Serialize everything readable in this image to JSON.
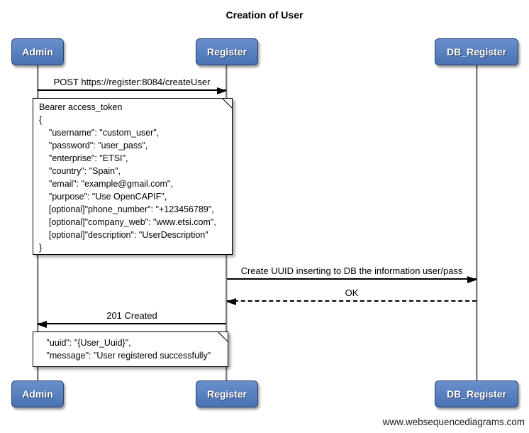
{
  "title": "Creation of User",
  "actors": [
    {
      "label": "Admin"
    },
    {
      "label": "Register"
    },
    {
      "label": "DB_Register"
    }
  ],
  "messages": [
    {
      "label": "POST https://register:8084/createUser",
      "type": "solid",
      "from": "Admin",
      "to": "Register"
    },
    {
      "label": "Create UUID inserting to DB the information user/pass",
      "type": "solid",
      "from": "Register",
      "to": "DB_Register"
    },
    {
      "label": "OK",
      "type": "dashed",
      "from": "DB_Register",
      "to": "Register"
    },
    {
      "label": "201 Created",
      "type": "solid",
      "from": "Register",
      "to": "Admin"
    }
  ],
  "notes": [
    {
      "lines": [
        "Bearer access_token",
        "{",
        "    \"username\": \"custom_user\",",
        "    \"password\": \"user_pass\",",
        "    \"enterprise\": \"ETSI\",",
        "    \"country\": \"Spain\",",
        "    \"email\": \"example@gmail.com\",",
        "    \"purpose\": \"Use OpenCAPIF\",",
        "    [optional]\"phone_number\": \"+123456789\",",
        "    [optional]\"company_web\": \"www.etsi.com\",",
        "    [optional]\"description\": \"UserDescription\"",
        "}"
      ]
    },
    {
      "lines": [
        "   \"uuid\": \"{User_Uuid}\",",
        "   \"message\": \"User registered successfully\""
      ]
    }
  ],
  "footer": "www.websequencediagrams.com",
  "colors": {
    "actor_fill_top": "#6a8fcb",
    "actor_fill_bottom": "#4a72b4",
    "actor_border": "#28446f",
    "lifeline": "#7e7e7e",
    "arrow": "#000000"
  }
}
